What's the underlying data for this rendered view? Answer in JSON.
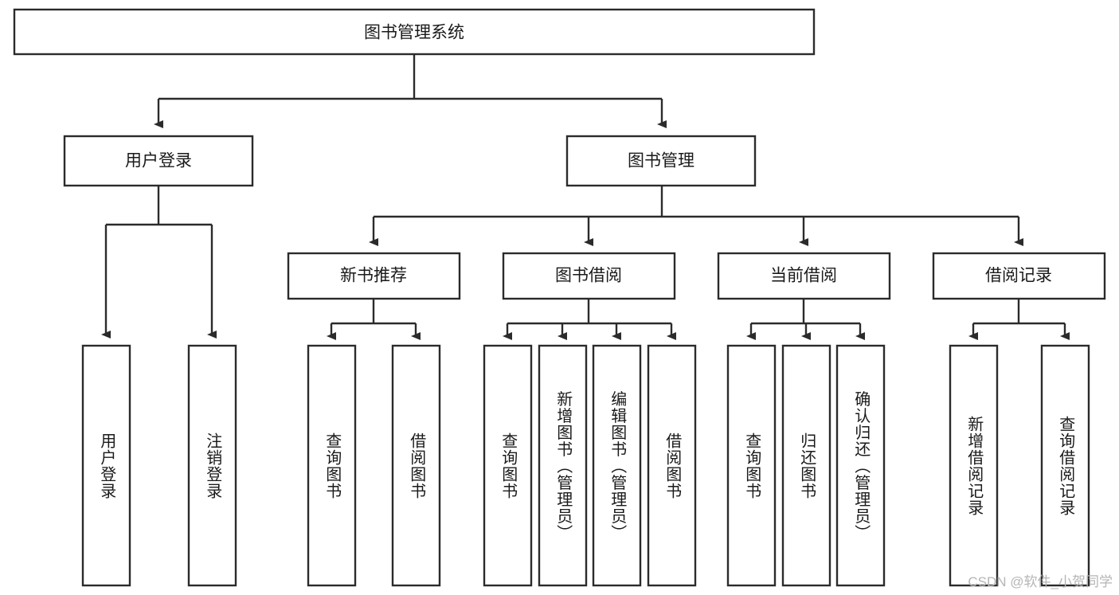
{
  "diagram": {
    "type": "tree-hierarchy",
    "title": "图书管理系统",
    "watermark": "CSDN @软件_小贺同学",
    "colors": {
      "stroke": "#2b2b2b",
      "fill": "#ffffff",
      "text": "#1a1a1a",
      "watermark": "#b5b5b5",
      "background": "#ffffff"
    },
    "nodes": {
      "root": {
        "label": "图书管理系统",
        "level": 0,
        "orientation": "horizontal"
      },
      "l1": [
        {
          "id": "user-login",
          "label": "用户登录",
          "level": 1,
          "orientation": "horizontal"
        },
        {
          "id": "book-management",
          "label": "图书管理",
          "level": 1,
          "orientation": "horizontal"
        }
      ],
      "l2": [
        {
          "id": "new-book-recommend",
          "label": "新书推荐",
          "level": 2,
          "orientation": "horizontal",
          "parent": "book-management"
        },
        {
          "id": "book-borrow",
          "label": "图书借阅",
          "level": 2,
          "orientation": "horizontal",
          "parent": "book-management"
        },
        {
          "id": "current-borrow",
          "label": "当前借阅",
          "level": 2,
          "orientation": "horizontal",
          "parent": "book-management"
        },
        {
          "id": "borrow-record",
          "label": "借阅记录",
          "level": 2,
          "orientation": "horizontal",
          "parent": "book-management"
        }
      ],
      "leaves": {
        "user-login": [
          {
            "id": "leaf-user-login",
            "label": "用户登录"
          },
          {
            "id": "leaf-logout",
            "label": "注销登录"
          }
        ],
        "new-book-recommend": [
          {
            "id": "leaf-query-book-1",
            "label": "查询图书"
          },
          {
            "id": "leaf-borrow-book-1",
            "label": "借阅图书"
          }
        ],
        "book-borrow": [
          {
            "id": "leaf-query-book-2",
            "label": "查询图书"
          },
          {
            "id": "leaf-add-book",
            "label": "新增图书（管理员）"
          },
          {
            "id": "leaf-edit-book",
            "label": "编辑图书（管理员）"
          },
          {
            "id": "leaf-borrow-book-2",
            "label": "借阅图书"
          }
        ],
        "current-borrow": [
          {
            "id": "leaf-query-book-3",
            "label": "查询图书"
          },
          {
            "id": "leaf-return-book",
            "label": "归还图书"
          },
          {
            "id": "leaf-confirm-return",
            "label": "确认归还（管理员）"
          }
        ],
        "borrow-record": [
          {
            "id": "leaf-add-record",
            "label": "新增借阅记录"
          },
          {
            "id": "leaf-query-record",
            "label": "查询借阅记录"
          }
        ]
      }
    }
  }
}
